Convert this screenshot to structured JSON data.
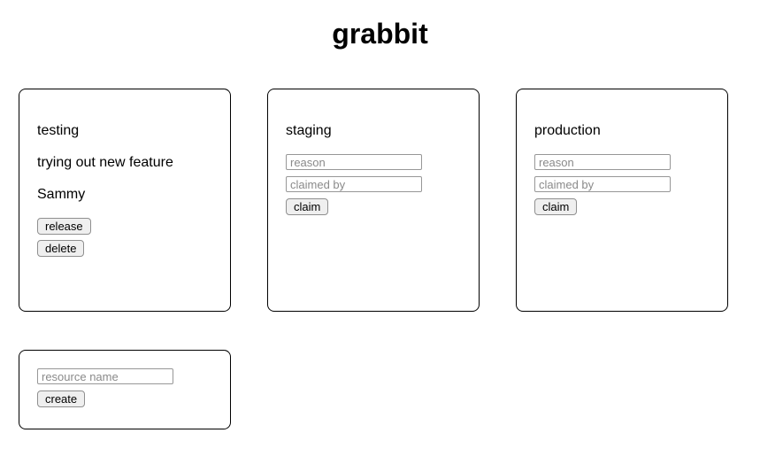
{
  "title": "grabbit",
  "cards": {
    "testing": {
      "name": "testing",
      "reason": "trying out new feature",
      "claimed_by": "Sammy",
      "release_label": "release",
      "delete_label": "delete"
    },
    "staging": {
      "name": "staging",
      "reason_placeholder": "reason",
      "claimed_by_placeholder": "claimed by",
      "claim_label": "claim"
    },
    "production": {
      "name": "production",
      "reason_placeholder": "reason",
      "claimed_by_placeholder": "claimed by",
      "claim_label": "claim"
    },
    "create": {
      "name_placeholder": "resource name",
      "create_label": "create"
    }
  },
  "colors": {
    "card_border": "#000000",
    "button_bg": "#efefef",
    "button_border": "#8f8f8f",
    "input_border": "#979797",
    "placeholder_text": "#8a8a8a"
  }
}
